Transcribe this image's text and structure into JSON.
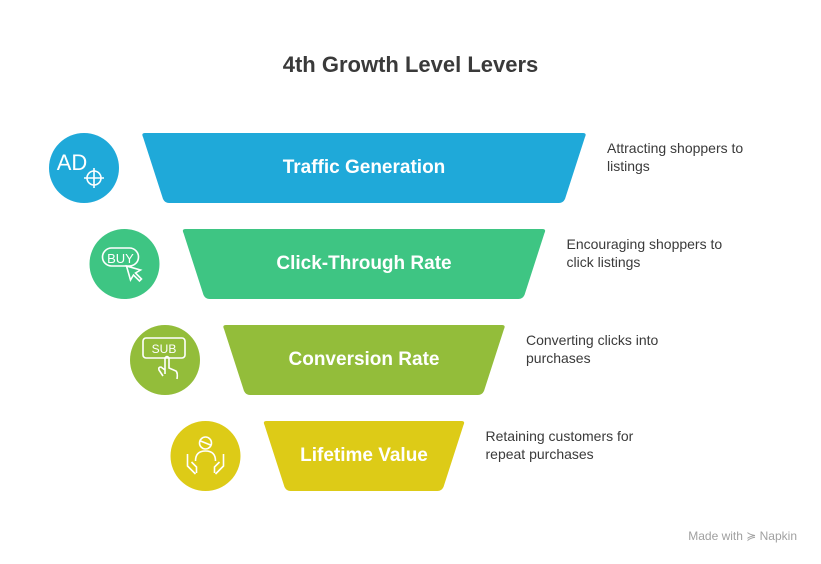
{
  "title": "4th Growth Level Levers",
  "levels": [
    {
      "label": "Traffic Generation",
      "description": "Attracting shoppers to listings",
      "color": "#1fa9d9",
      "icon": "ad-target-icon",
      "icon_text": "AD"
    },
    {
      "label": "Click-Through Rate",
      "description": "Encouraging shoppers to click listings",
      "color": "#3ec583",
      "icon": "buy-click-icon",
      "icon_text": "BUY"
    },
    {
      "label": "Conversion Rate",
      "description": "Converting clicks into purchases",
      "color": "#93bd3a",
      "icon": "subscribe-tap-icon",
      "icon_text": "SUB"
    },
    {
      "label": "Lifetime Value",
      "description": "Retaining customers for repeat purchases",
      "color": "#ddcb17",
      "icon": "customer-care-icon",
      "icon_text": ""
    }
  ],
  "footer": "Made with ≽ Napkin"
}
